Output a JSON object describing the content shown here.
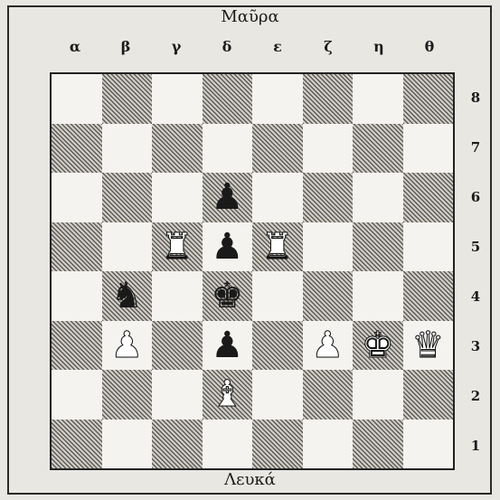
{
  "top_label": "Μαῦρα",
  "bottom_label": "Λευκά",
  "files": [
    "α",
    "β",
    "γ",
    "δ",
    "ε",
    "ζ",
    "η",
    "θ"
  ],
  "ranks": [
    "8",
    "7",
    "6",
    "5",
    "4",
    "3",
    "2",
    "1"
  ],
  "pieces": [
    {
      "square": "δ6",
      "type": "pawn",
      "color": "black",
      "glyph": "♟",
      "name": "black-pawn-icon"
    },
    {
      "square": "γ5",
      "type": "rook",
      "color": "white",
      "glyph": "♜",
      "name": "white-rook-icon"
    },
    {
      "square": "δ5",
      "type": "pawn",
      "color": "black",
      "glyph": "♟",
      "name": "black-pawn-icon"
    },
    {
      "square": "ε5",
      "type": "rook",
      "color": "white",
      "glyph": "♜",
      "name": "white-rook-icon"
    },
    {
      "square": "β4",
      "type": "knight",
      "color": "black",
      "glyph": "♞",
      "name": "black-knight-icon"
    },
    {
      "square": "δ4",
      "type": "king",
      "color": "black",
      "glyph": "♚",
      "name": "black-king-icon"
    },
    {
      "square": "β3",
      "type": "pawn",
      "color": "white",
      "glyph": "♟",
      "name": "white-pawn-icon"
    },
    {
      "square": "δ3",
      "type": "pawn",
      "color": "black",
      "glyph": "♟",
      "name": "black-pawn-icon"
    },
    {
      "square": "ζ3",
      "type": "pawn",
      "color": "white",
      "glyph": "♟",
      "name": "white-pawn-icon"
    },
    {
      "square": "η3",
      "type": "king",
      "color": "white",
      "glyph": "♚",
      "name": "white-king-icon"
    },
    {
      "square": "θ3",
      "type": "queen",
      "color": "white",
      "glyph": "♛",
      "name": "white-queen-icon"
    },
    {
      "square": "δ2",
      "type": "bishop",
      "color": "white",
      "glyph": "♝",
      "name": "white-bishop-icon"
    }
  ]
}
